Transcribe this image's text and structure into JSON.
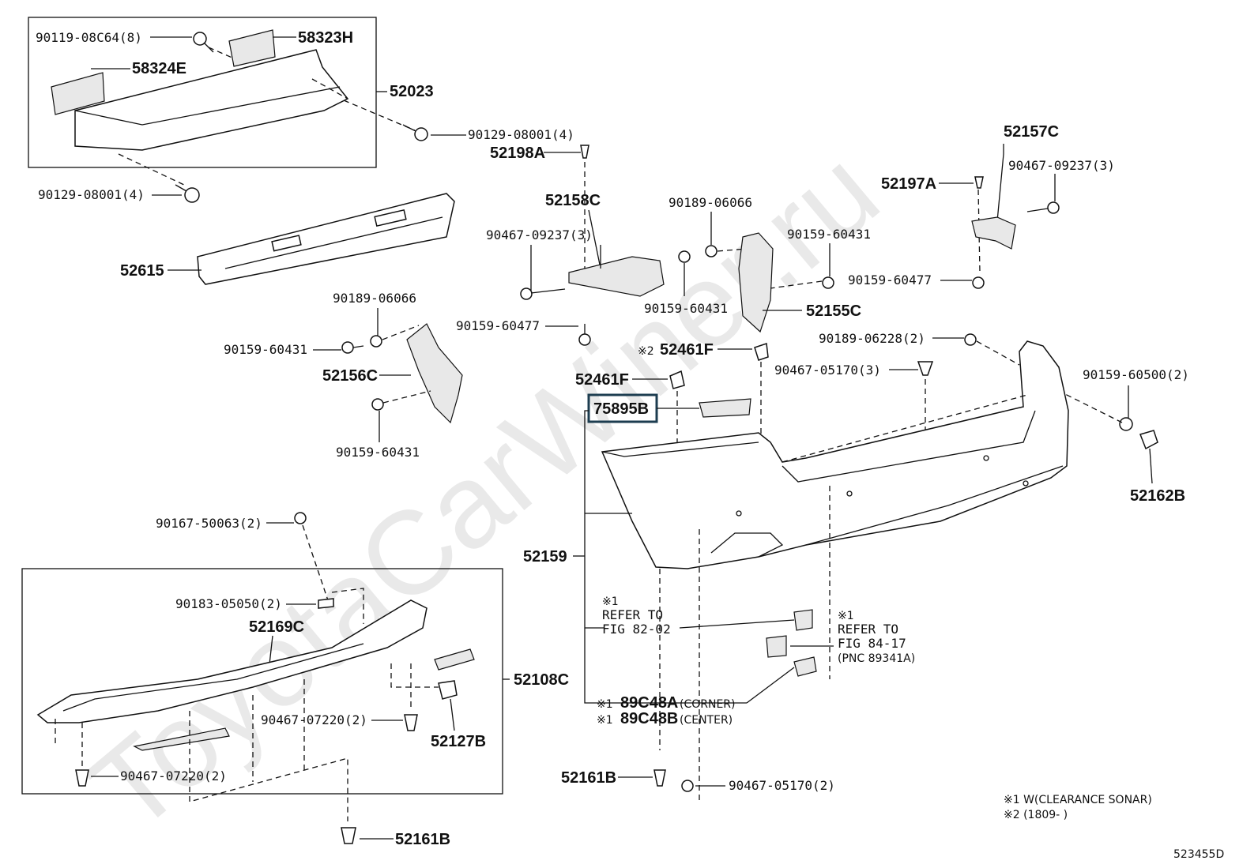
{
  "watermark": "ToyotaCarWiner.ru",
  "labels": {
    "p58323H": "58323H",
    "p90119": "90119-08C64(8)",
    "p58324E": "58324E",
    "p52023": "52023",
    "p90129a": "90129-08001(4)",
    "p90129b": "90129-08001(4)",
    "p52198A": "52198A",
    "p52157C": "52157C",
    "p90467_09237a": "90467-09237(3)",
    "p52197A": "52197A",
    "p52158C": "52158C",
    "p90189_06066a": "90189-06066",
    "p90159_60431a": "90159-60431",
    "p90467_09237b": "90467-09237(3)",
    "p90159_60477a": "90159-60477",
    "p52615": "52615",
    "p90159_60431b": "90159-60431",
    "p52155C": "52155C",
    "p90189_06066b": "90189-06066",
    "p90159_60431c": "90159-60431",
    "p90159_60477b": "90159-60477",
    "p52461F_a": "52461F",
    "p90189_06228": "90189-06228(2)",
    "p52156C": "52156C",
    "p90467_05170a": "90467-05170(3)",
    "p90159_60500": "90159-60500(2)",
    "p52461F_b": "52461F",
    "p75895B": "75895B",
    "p90159_60431d": "90159-60431",
    "p52162B": "52162B",
    "p90167": "90167-50063(2)",
    "p52159": "52159",
    "p90183": "90183-05050(2)",
    "p52169C": "52169C",
    "p52108C": "52108C",
    "p90467_07220a": "90467-07220(2)",
    "p52127B": "52127B",
    "p90467_07220b": "90467-07220(2)",
    "p52161B_a": "52161B",
    "p90467_05170b": "90467-05170(2)",
    "p52161B_b": "52161B"
  },
  "mark1": "※1",
  "mark2": "※2",
  "refer_left": {
    "line1": "REFER TO",
    "line2": "FIG 82-02"
  },
  "refer_right": {
    "line1": "REFER TO",
    "line2": "FIG 84-17",
    "line3": "(PNC 89341A)"
  },
  "sonar_a": {
    "code": "89C48A",
    "note": "(CORNER)"
  },
  "sonar_b": {
    "code": "89C48B",
    "note": "(CENTER)"
  },
  "legend": {
    "note1": "※1 W(CLEARANCE SONAR)",
    "note2": "※2 (1809-        )"
  },
  "figure_id": "523455D",
  "highlight_part": "75895B"
}
